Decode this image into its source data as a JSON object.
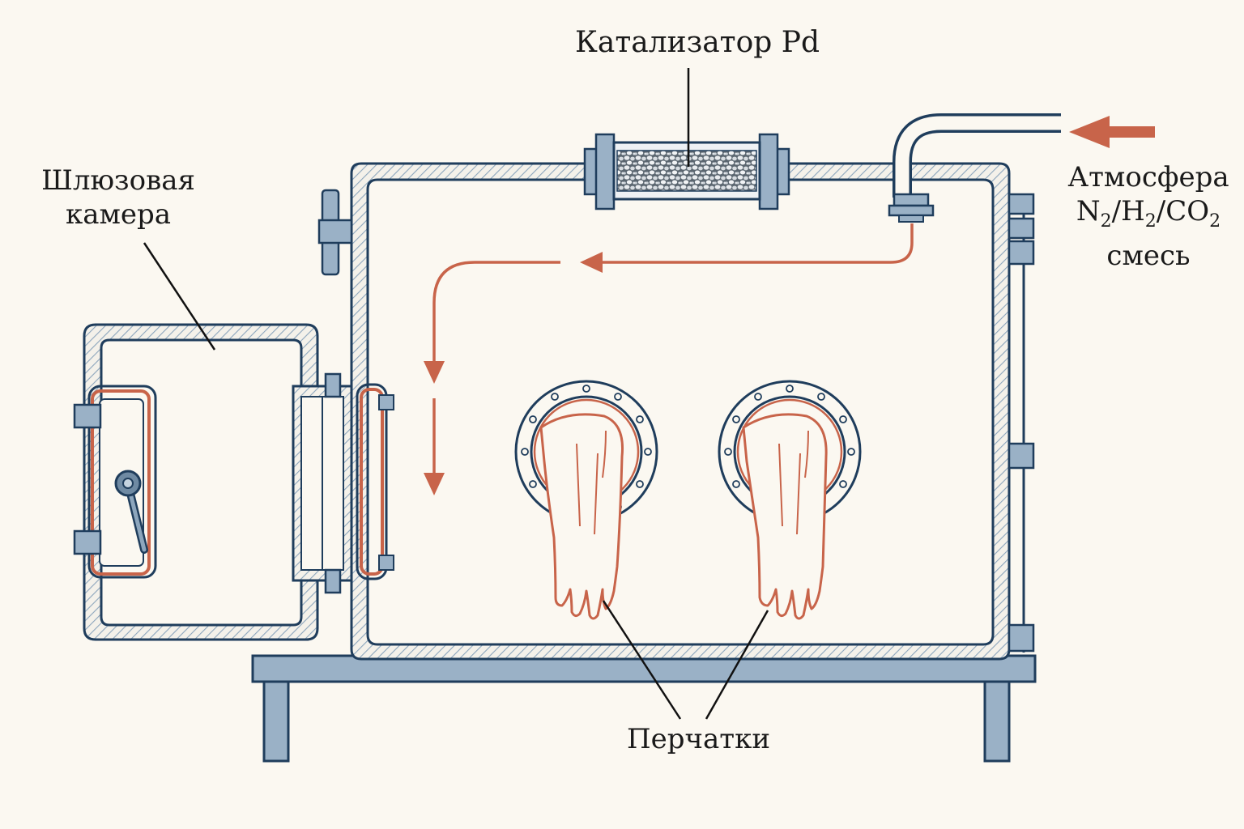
{
  "labels": {
    "catalyst": "Катализатор Pd",
    "airlock_line1": "Шлюзовая",
    "airlock_line2": "камера",
    "atmosphere_line1": "Атмосфера",
    "atmosphere_gas_n": "N",
    "atmosphere_sub_n": "2",
    "atmosphere_gas_h": "/H",
    "atmosphere_sub_h": "2",
    "atmosphere_gas_co": "/CO",
    "atmosphere_sub_co": "2",
    "atmosphere_line3": "смесь",
    "gloves": "Перчатки"
  },
  "colors": {
    "frame": "#1f3d5c",
    "steel": "#9ab1c6",
    "hatch": "#a9bccd",
    "flow": "#c8644a",
    "glove": "#c8644a",
    "paper": "#fbf8f1",
    "leader": "#111111"
  }
}
